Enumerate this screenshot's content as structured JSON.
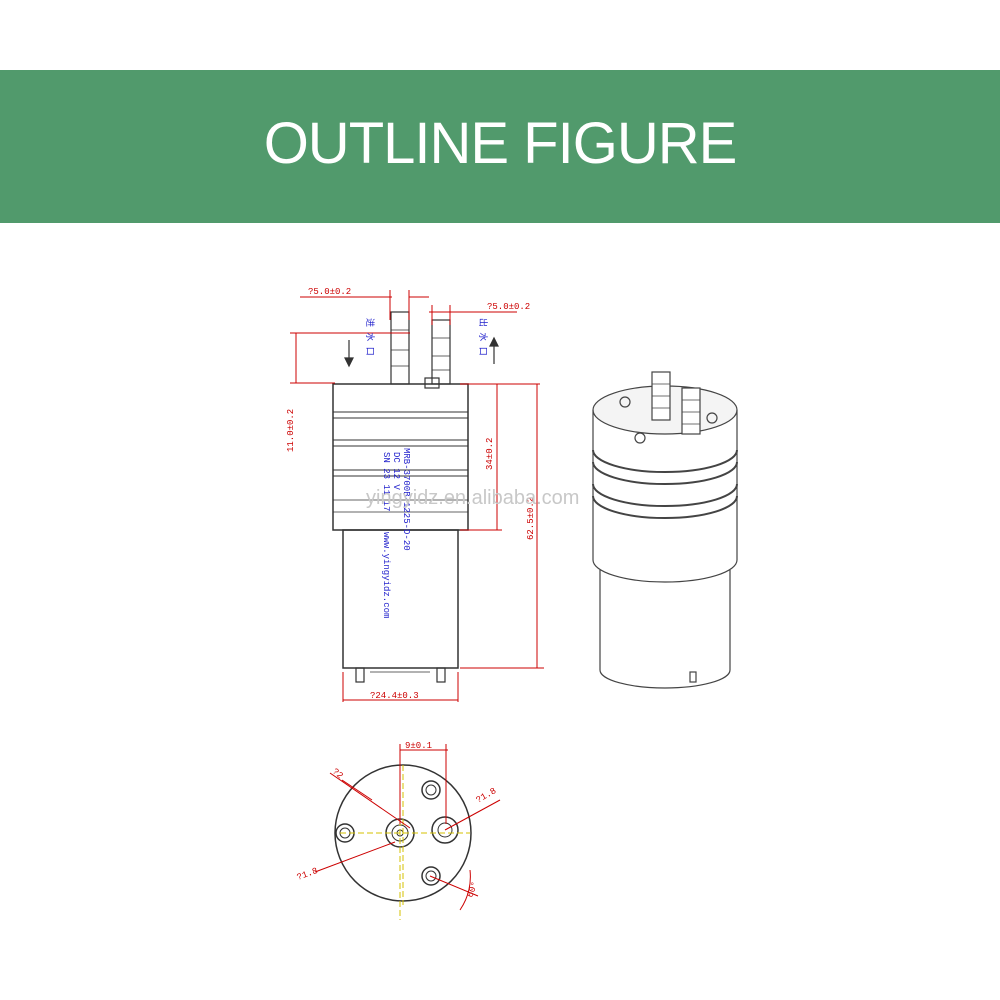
{
  "banner": {
    "title": "OUTLINE FIGURE"
  },
  "colors": {
    "banner": "#519a6c",
    "dimension": "#cc0000",
    "label": "#2222cc"
  },
  "drawing": {
    "dims": {
      "outlet_left": "?5.0±0.2",
      "outlet_right": "?5.0±0.2",
      "height_11": "11.0±0.2",
      "height_34": "34±0.2",
      "height_62": "62.5±0.2",
      "diameter": "?24.4±0.3",
      "spacing_9": "9±0.1",
      "hole_left": "?2",
      "hole_right": "?1.8",
      "hole_bottom": "?1.8",
      "angle": "60°"
    },
    "direction_labels": {
      "left": "进 水 口",
      "right": "出 水 口"
    },
    "product_labels": [
      "MRB-3700B-1225-D-20",
      "DC 12 V",
      "SN 23 11 17",
      "www.yingyidz.com"
    ]
  },
  "watermark": "yingyidz.en.alibaba.com"
}
